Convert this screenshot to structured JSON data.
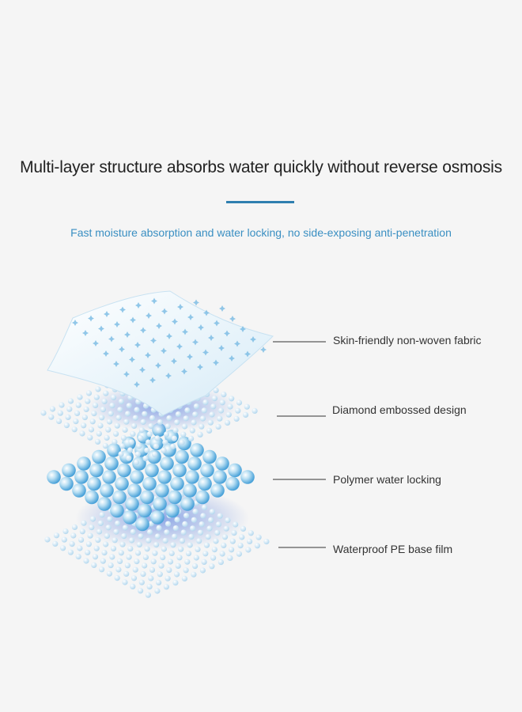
{
  "header": {
    "title": "Multi-layer structure absorbs water quickly without reverse osmosis",
    "subtitle": "Fast moisture absorption and water locking, no side-exposing anti-penetration",
    "accent_color": "#2f7fb0"
  },
  "layers": [
    {
      "label": "Skin-friendly non-woven fabric"
    },
    {
      "label": "Diamond embossed design"
    },
    {
      "label": "Polymer water locking"
    },
    {
      "label": "Waterproof PE base film"
    }
  ]
}
